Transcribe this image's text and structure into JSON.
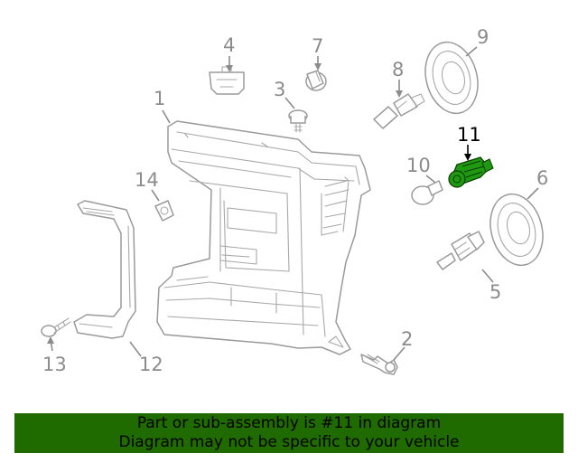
{
  "diagram": {
    "callouts": [
      {
        "id": "1",
        "label": "1"
      },
      {
        "id": "2",
        "label": "2"
      },
      {
        "id": "3",
        "label": "3"
      },
      {
        "id": "4",
        "label": "4"
      },
      {
        "id": "5",
        "label": "5"
      },
      {
        "id": "6",
        "label": "6"
      },
      {
        "id": "7",
        "label": "7"
      },
      {
        "id": "8",
        "label": "8"
      },
      {
        "id": "9",
        "label": "9"
      },
      {
        "id": "10",
        "label": "10"
      },
      {
        "id": "11",
        "label": "11"
      },
      {
        "id": "12",
        "label": "12"
      },
      {
        "id": "13",
        "label": "13"
      },
      {
        "id": "14",
        "label": "14"
      }
    ],
    "highlighted_part": "11",
    "colors": {
      "line_art": "#9a9a9a",
      "highlight_part": "#1f9a10",
      "highlight_callout": "#000000",
      "banner_background": "#1f6b00"
    }
  },
  "banner": {
    "line1": "Part or sub-assembly is #11 in diagram",
    "line2": "Diagram may not be specific to your vehicle"
  }
}
